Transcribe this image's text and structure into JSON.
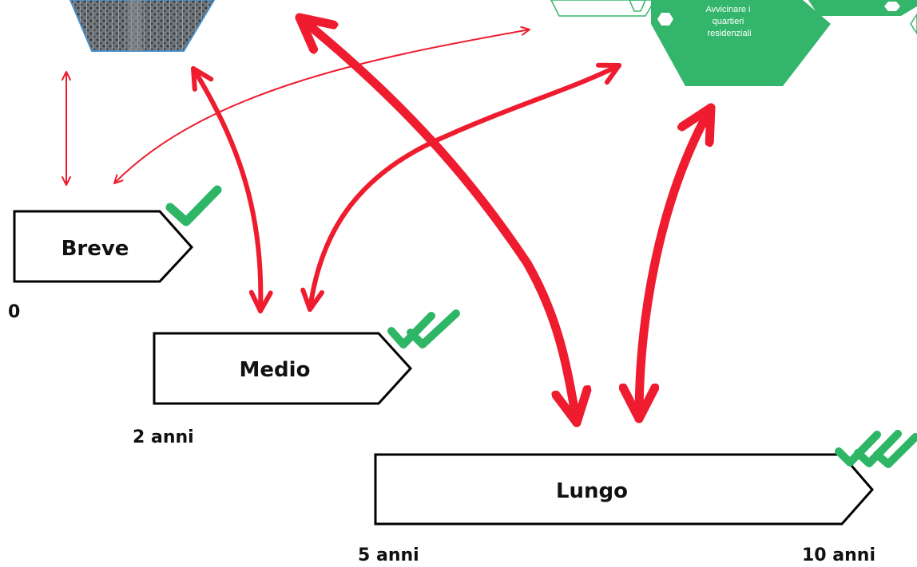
{
  "stages": [
    {
      "label": "Breve",
      "time": "0"
    },
    {
      "label": "Medio",
      "time": "2 anni"
    },
    {
      "label": "Lungo",
      "time": "5 anni",
      "end_time": "10 anni"
    }
  ],
  "hexagons": {
    "green_main": {
      "lines": [
        "Avvicinare i",
        "quartieri",
        "residenziali"
      ],
      "color": "#33b56b"
    },
    "photo": {
      "border_color": "#4a8fc9"
    }
  },
  "checkmarks": {
    "color": "#2eb566",
    "counts": {
      "breve": 1,
      "medio": 2,
      "lungo": 3
    }
  },
  "arrows": {
    "thick_color": "#ee1c2e",
    "thin_color": "#ee1c2e"
  }
}
